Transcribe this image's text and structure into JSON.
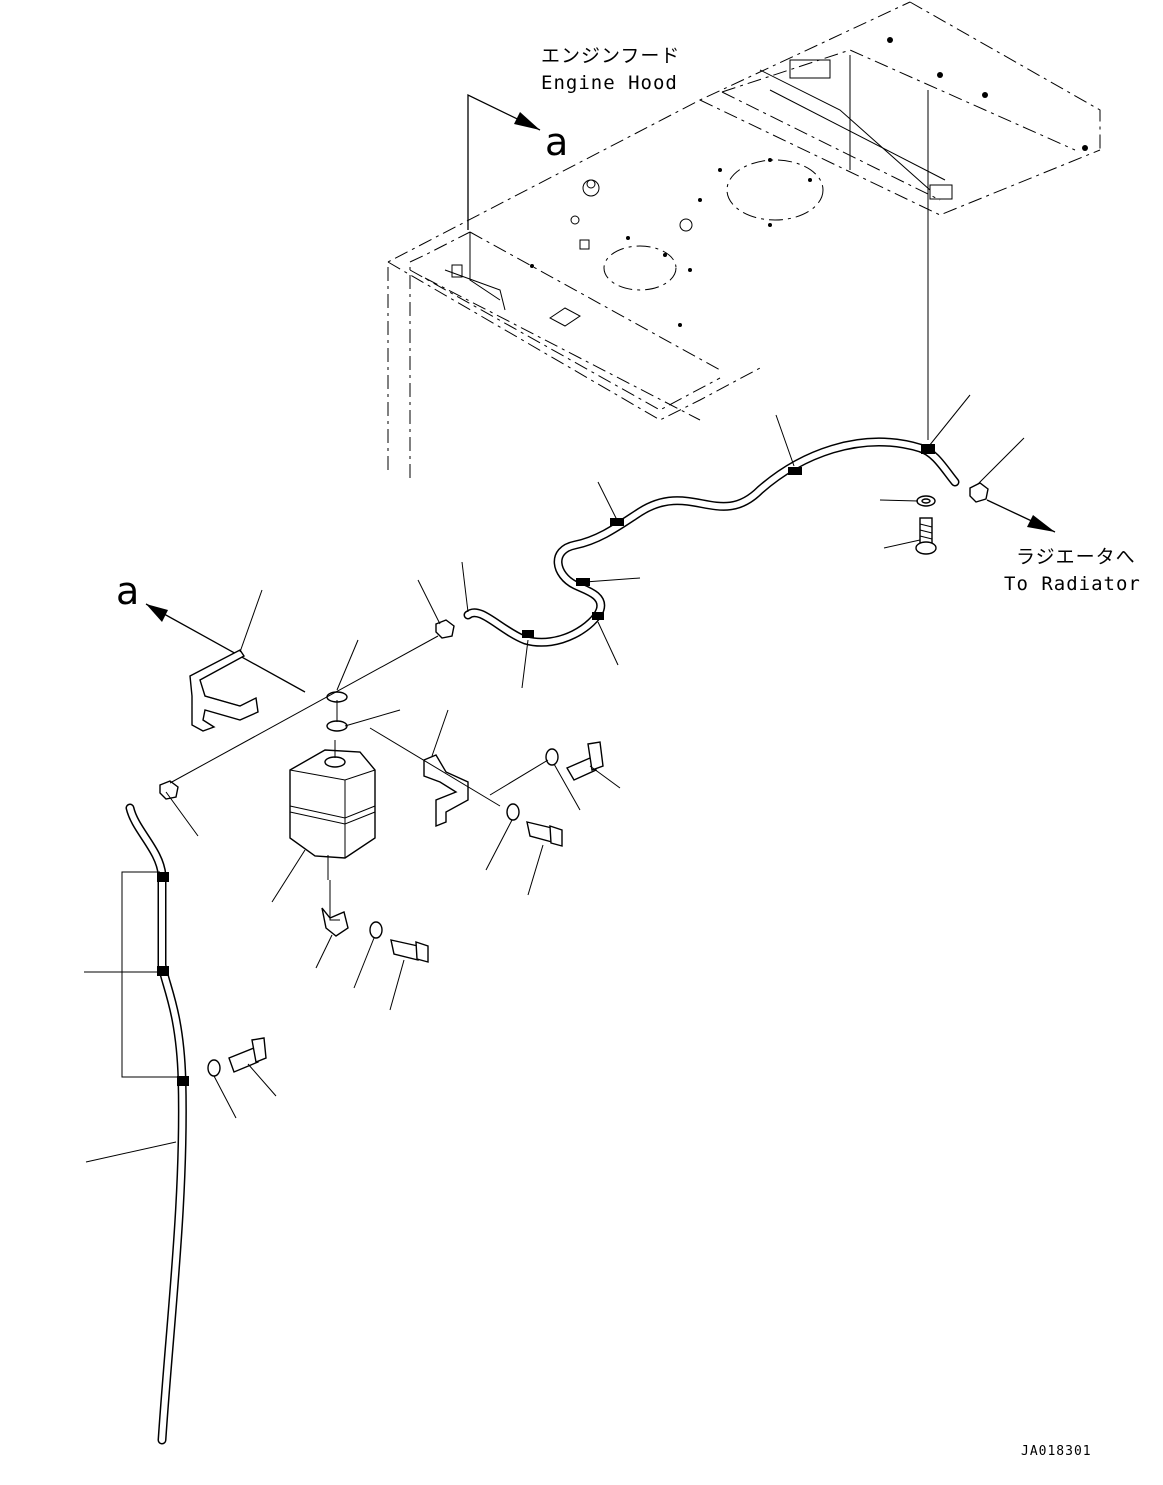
{
  "labels": {
    "engine_hood_jp": "エンジンフード",
    "engine_hood_en": "Engine Hood",
    "view_marker_top": "a",
    "view_marker_left": "a",
    "radiator_jp": "ラジエータへ",
    "radiator_en": "To Radiator",
    "drawing_code": "JA018301"
  }
}
